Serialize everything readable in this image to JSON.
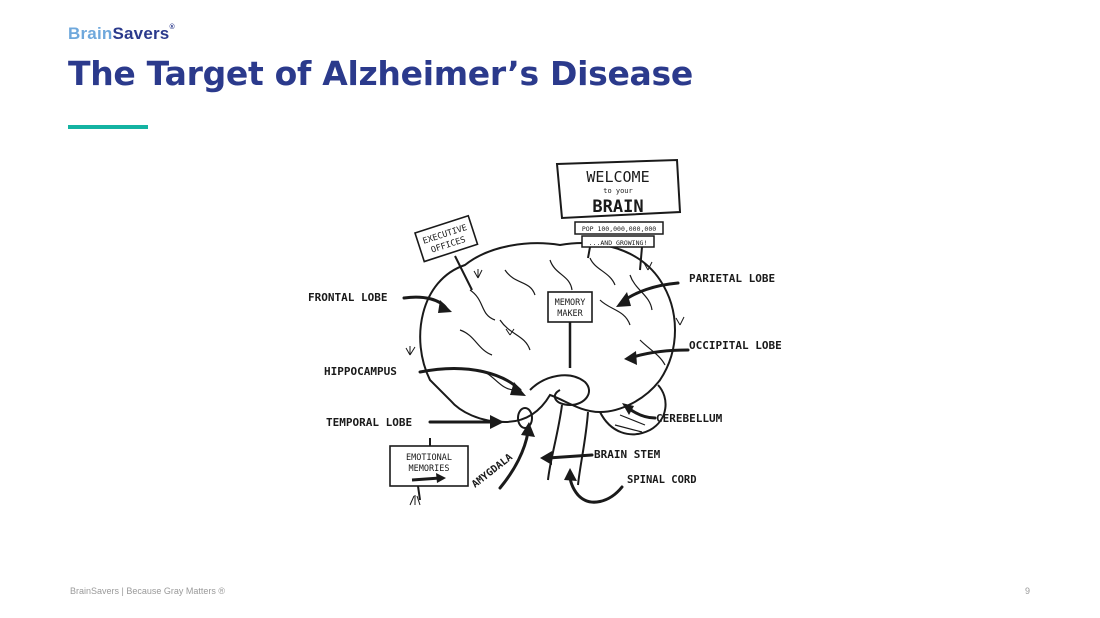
{
  "header": {
    "logo_part1": "Brain",
    "logo_part2": "Savers",
    "logo_mark": "®",
    "title": "The Target of Alzheimer’s Disease"
  },
  "diagram": {
    "sign": {
      "line1": "WELCOME",
      "line2": "to your",
      "line3": "BRAIN",
      "pop": "POP 100,000,000,000",
      "growing": "...AND GROWING!"
    },
    "signs": {
      "executive": [
        "EXECUTIVE",
        "OFFICES"
      ],
      "memory": [
        "MEMORY",
        "MAKER"
      ],
      "emotional": [
        "EMOTIONAL",
        "MEMORIES"
      ]
    },
    "labels": {
      "frontal": "FRONTAL LOBE",
      "hippocampus": "HIPPOCAMPUS",
      "temporal": "TEMPORAL LOBE",
      "amygdala": "AMYGDALA",
      "parietal": "PARIETAL LOBE",
      "occipital": "OCCIPITAL LOBE",
      "cerebellum": "CEREBELLUM",
      "brainstem": "BRAIN STEM",
      "spinal": "SPINAL CORD"
    }
  },
  "footer": {
    "text": "BrainSavers | Because Gray Matters ®",
    "page": "9"
  },
  "colors": {
    "title": "#2b3a8c",
    "logo_light": "#6fa8dc",
    "accent": "#14b3a2"
  }
}
